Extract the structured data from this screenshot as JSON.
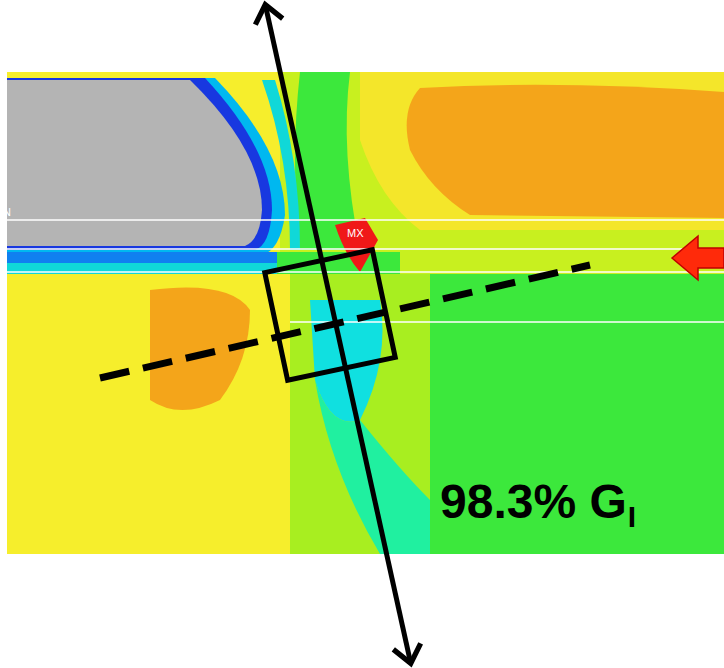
{
  "diagram": {
    "labels": [
      "N",
      "MX",
      "98.3% G",
      "I"
    ]
  }
}
